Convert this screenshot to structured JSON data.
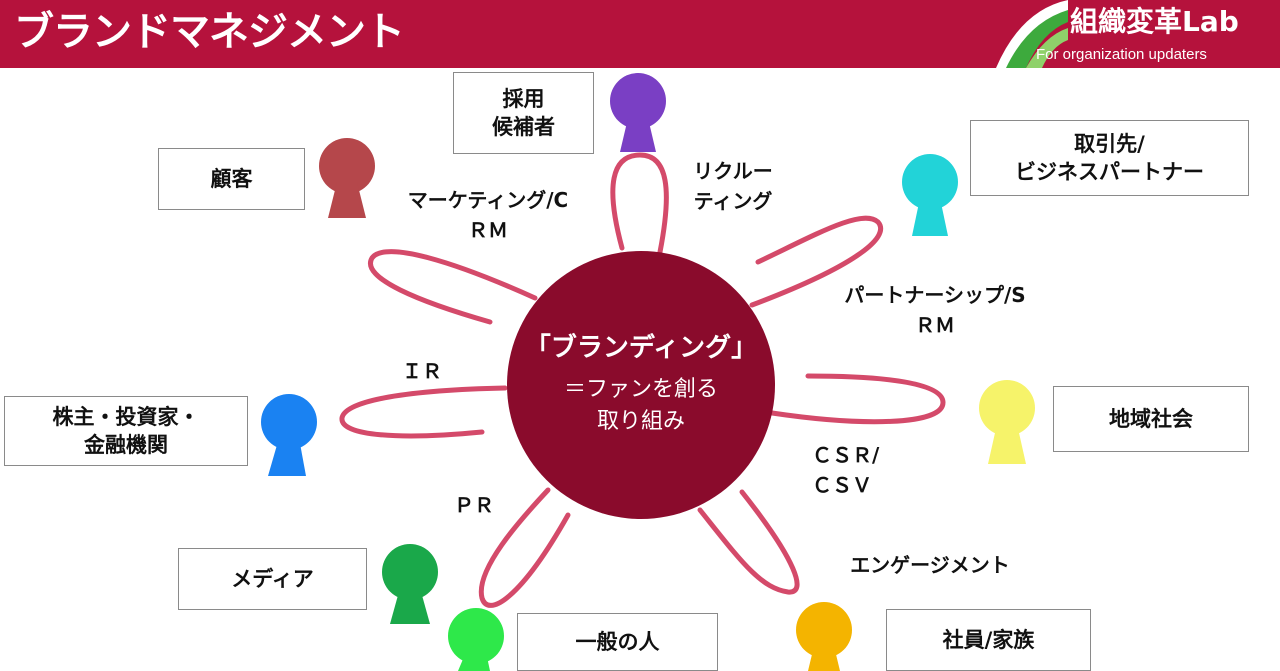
{
  "header": {
    "title": "ブランドマネジメント",
    "logo_name": "組織変革Lab",
    "logo_tagline": "For organization updaters"
  },
  "center": {
    "title": "「ブランディング」",
    "subtitle": "＝ファンを創る\n取り組み"
  },
  "stakeholders": [
    {
      "key": "recruit",
      "label": "採用\n候補者",
      "color": "#7a3fc4"
    },
    {
      "key": "customer",
      "label": "顧客",
      "color": "#b5474b"
    },
    {
      "key": "partner",
      "label": "取引先/\nビジネスパートナー",
      "color": "#22d3d8"
    },
    {
      "key": "community",
      "label": "地域社会",
      "color": "#f6f36a"
    },
    {
      "key": "investor",
      "label": "株主・投資家・\n金融機関",
      "color": "#1a82f2"
    },
    {
      "key": "media",
      "label": "メディア",
      "color": "#1aa84a"
    },
    {
      "key": "public",
      "label": "一般の人",
      "color": "#2ee84a"
    },
    {
      "key": "employee",
      "label": "社員/家族",
      "color": "#f4b400"
    }
  ],
  "activities": {
    "recruiting": "リクルー\nティング",
    "marketing": "マーケティング/C\nＲＭ",
    "partnership": "パートナーシップ/S\nＲＭ",
    "ir": "ＩＲ",
    "csr": "ＣＳＲ/\nＣＳＶ",
    "pr": "ＰＲ",
    "engagement": "エンゲージメント"
  },
  "colors": {
    "header": "#b5123c",
    "hub": "#8a0b2c",
    "petal": "#d44a6a"
  }
}
